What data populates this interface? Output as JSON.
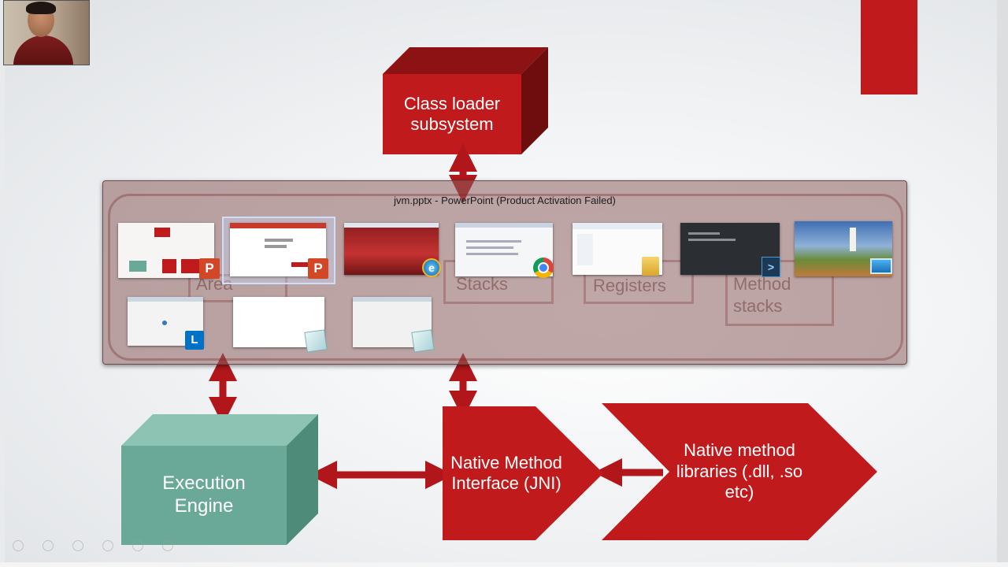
{
  "switcher": {
    "window_title": "jvm.pptx - PowerPoint (Product Activation Failed)",
    "ghost_labels": [
      "Area",
      "Stacks",
      "Registers",
      "Method",
      "stacks"
    ],
    "icons": [
      "powerpoint-icon",
      "internet-explorer-icon",
      "chrome-icon",
      "folder-icon",
      "powershell-icon",
      "desktop-icon",
      "lync-icon",
      "notepad-icon",
      "notepad-icon"
    ]
  },
  "diagram": {
    "class_loader": "Class loader subsystem",
    "execution_engine": "Execution Engine",
    "jni": "Native Method Interface (JNI)",
    "native_libraries": "Native method libraries (.dll, .so etc)"
  },
  "colors": {
    "red": "#c01a1c",
    "teal": "#6aa997",
    "switcher_bg": "#8c5f5f"
  }
}
